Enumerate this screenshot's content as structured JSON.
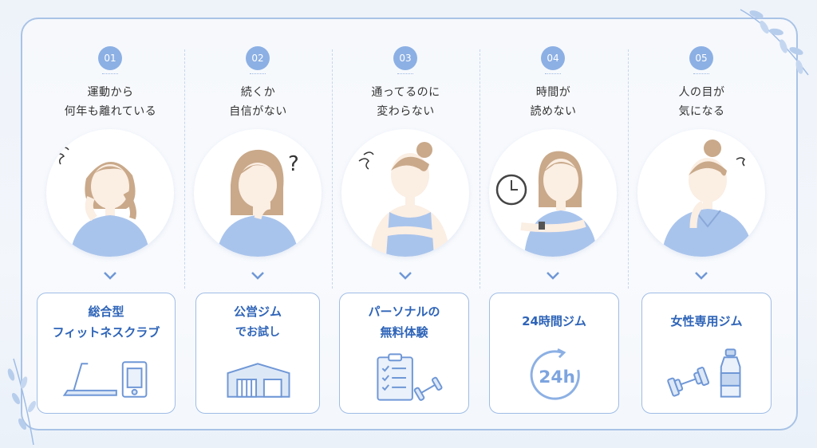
{
  "steps": [
    {
      "num": "01",
      "concern": [
        "運動から",
        "何年も離れている"
      ],
      "solution": [
        "総合型",
        "フィットネスクラブ"
      ]
    },
    {
      "num": "02",
      "concern": [
        "続くか",
        "自信がない"
      ],
      "solution": [
        "公営ジム",
        "でお試し"
      ]
    },
    {
      "num": "03",
      "concern": [
        "通ってるのに",
        "変わらない"
      ],
      "solution": [
        "パーソナルの",
        "無料体験"
      ]
    },
    {
      "num": "04",
      "concern": [
        "時間が",
        "読めない"
      ],
      "solution": [
        "24時間ジム"
      ]
    },
    {
      "num": "05",
      "concern": [
        "人の目が",
        "気になる"
      ],
      "solution": [
        "女性専用ジム"
      ]
    }
  ],
  "icons": {
    "step1": "treadmill-and-weight-machine-icon",
    "step2": "gym-building-icon",
    "step3": "clipboard-and-dumbbell-icon",
    "step4": "24h-clock-icon",
    "step5": "dumbbell-and-water-bottle-icon"
  },
  "clock_label": "24h",
  "colors": {
    "accent": "#2e64b8",
    "badge": "#8cb0e4",
    "border": "#9fbce6",
    "shirt": "#a9c4ec",
    "hair": "#c9a98a"
  }
}
